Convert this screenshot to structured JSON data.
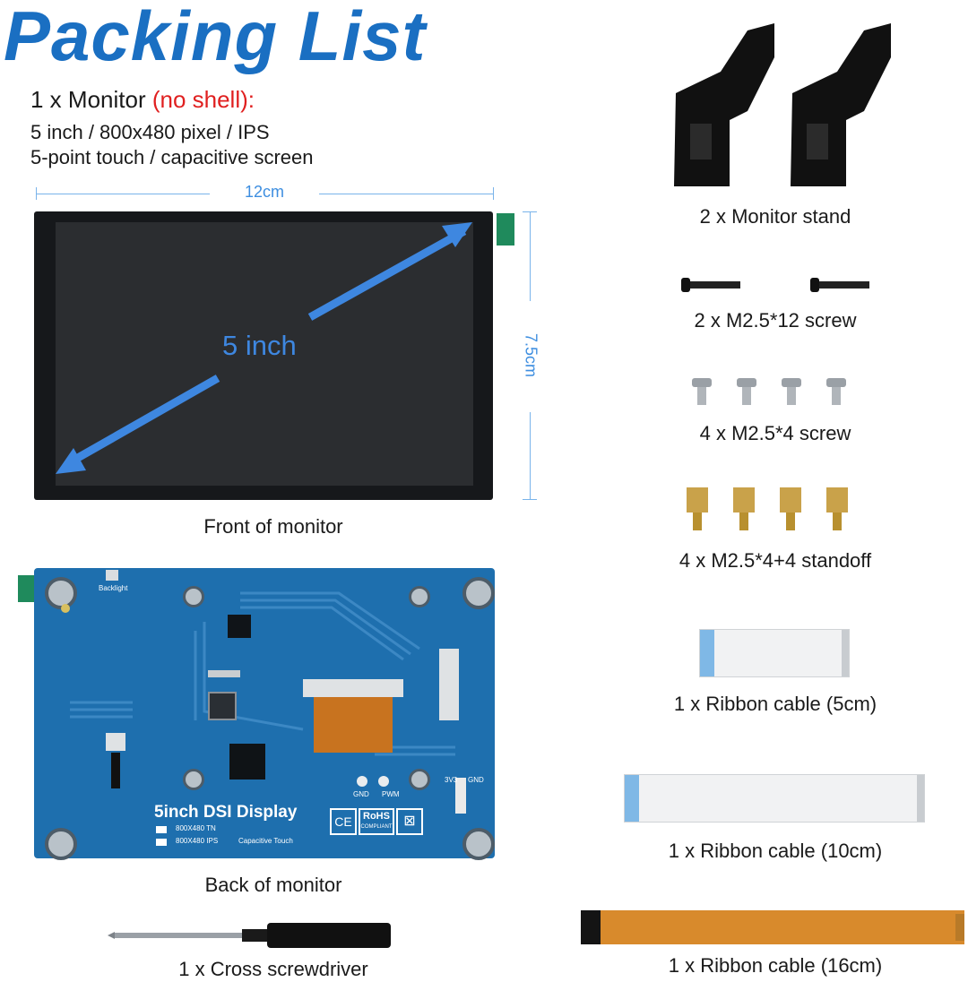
{
  "title": "Packing List",
  "monitor": {
    "qty_label": "1 x Monitor ",
    "note": "(no shell):",
    "spec_line1": "5 inch / 800x480 pixel / IPS",
    "spec_line2": "5-point touch / capacitive screen",
    "width_dim": "12cm",
    "height_dim": "7.5cm",
    "diagonal_label": "5 inch",
    "front_caption": "Front of monitor",
    "back_caption": "Back of monitor"
  },
  "board": {
    "backlight_label": "Backlight",
    "product_name": "5inch DSI Display",
    "option_tn": "800X480 TN",
    "option_ips": "800X480 IPS",
    "touch_label": "Capacitive Touch",
    "gnd_label": "GND",
    "pwm_label": "PWM",
    "v33_label": "3V3",
    "gnd2_label": "GND",
    "ce_mark": "CE",
    "rohs_mark": "RoHS",
    "rohs_sub": "COMPLIANT"
  },
  "items": {
    "stand": "2 x Monitor stand",
    "screw12": "2 x M2.5*12 screw",
    "screw4": "4 x M2.5*4 screw",
    "standoff": "4 x M2.5*4+4 standoff",
    "ribbon5": "1 x Ribbon cable (5cm)",
    "ribbon10": "1 x Ribbon cable (10cm)",
    "ribbon16": "1 x Ribbon cable (16cm)",
    "screwdriver": "1 x Cross screwdriver"
  },
  "colors": {
    "title": "#1a6fc2",
    "note": "#e02020",
    "pcb": "#1e6fae",
    "dimension": "#3d8ee0"
  }
}
